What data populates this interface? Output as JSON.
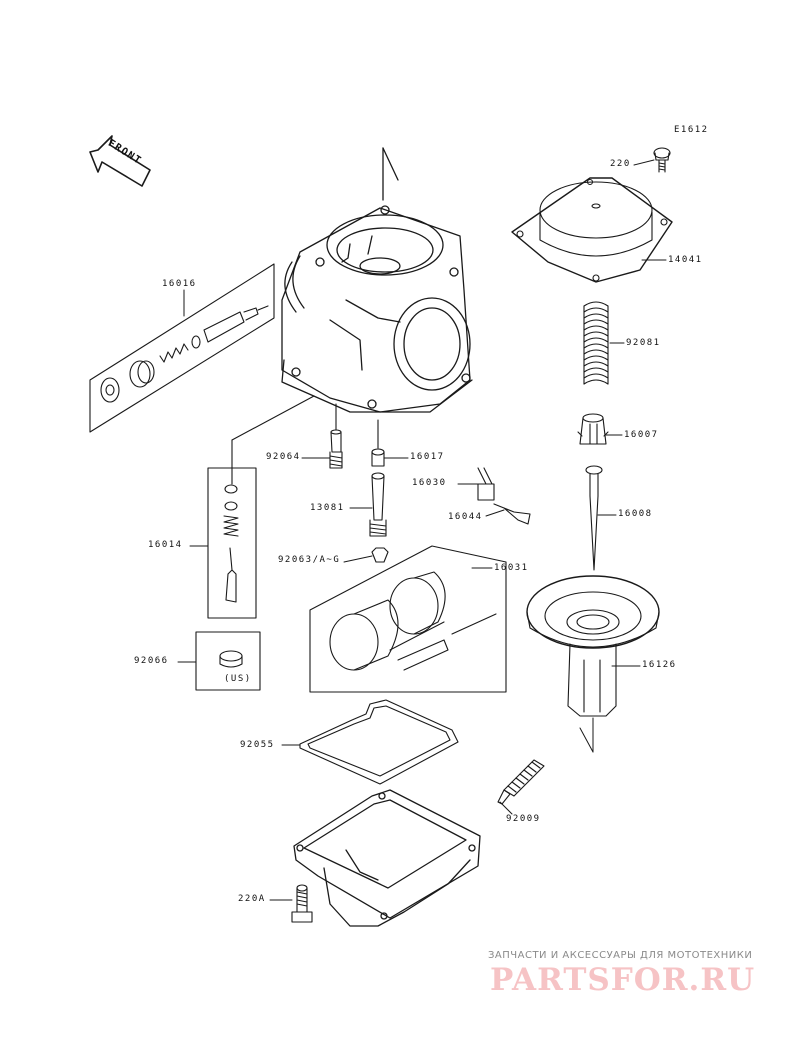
{
  "diagram": {
    "code": "E1612",
    "front_label": "FRONT",
    "part_labels": {
      "p220": "220",
      "p14041": "14041",
      "p16016": "16016",
      "p92081": "92081",
      "p16007": "16007",
      "p92064": "92064",
      "p16017": "16017",
      "p16030": "16030",
      "p16044": "16044",
      "p16008": "16008",
      "p13081": "13081",
      "p16014": "16014",
      "p92063": "92063/A~G",
      "p16031": "16031",
      "p92066": "92066",
      "us": "(US)",
      "p16126": "16126",
      "p92055": "92055",
      "p92009": "92009",
      "p220a": "220A"
    }
  },
  "watermark": {
    "subtitle": "ЗАПЧАСТИ И АКСЕССУАРЫ ДЛЯ МОТОТЕХНИКИ",
    "logo": "PARTSFOR.RU",
    "logo_color": "#f6c3c5"
  },
  "colors": {
    "line": "#1a1a1a",
    "background": "#ffffff"
  }
}
